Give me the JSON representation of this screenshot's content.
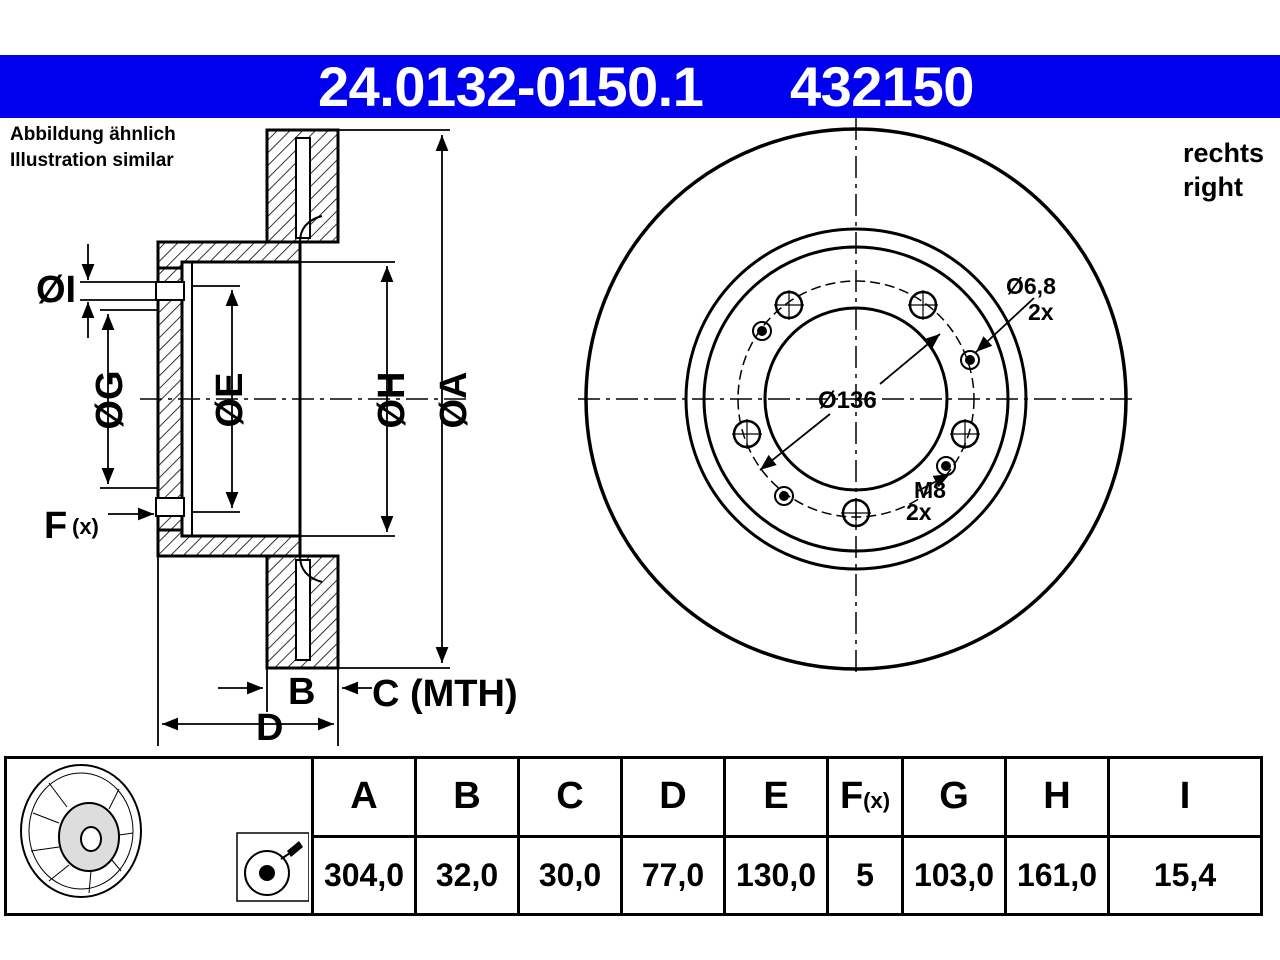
{
  "header": {
    "part_number": "24.0132-0150.1",
    "ref_number": "432150",
    "bg_color": "#0000ee"
  },
  "notes": {
    "illustration_de": "Abbildung ähnlich",
    "illustration_en": "Illustration similar",
    "side_de": "rechts",
    "side_en": "right"
  },
  "section_labels": {
    "A": "ØA",
    "E": "ØE",
    "G": "ØG",
    "H": "ØH",
    "I": "ØI",
    "F": "F",
    "F_sub": "(x)",
    "B": "B",
    "C": "C (MTH)",
    "D": "D"
  },
  "front_labels": {
    "hole_small": "Ø6,8",
    "hole_small_count": "2x",
    "bore": "Ø136",
    "thread": "M8",
    "thread_count": "2x"
  },
  "specs": {
    "headers": [
      "A",
      "B",
      "C",
      "D",
      "E",
      "F",
      "G",
      "H",
      "I"
    ],
    "header_F_sub": "(x)",
    "values": [
      "304,0",
      "32,0",
      "30,0",
      "77,0",
      "130,0",
      "5",
      "103,0",
      "161,0",
      "15,4"
    ]
  },
  "icons": {
    "disc": "brake-disc-icon",
    "no_paint": "no-paint-spray-icon"
  }
}
